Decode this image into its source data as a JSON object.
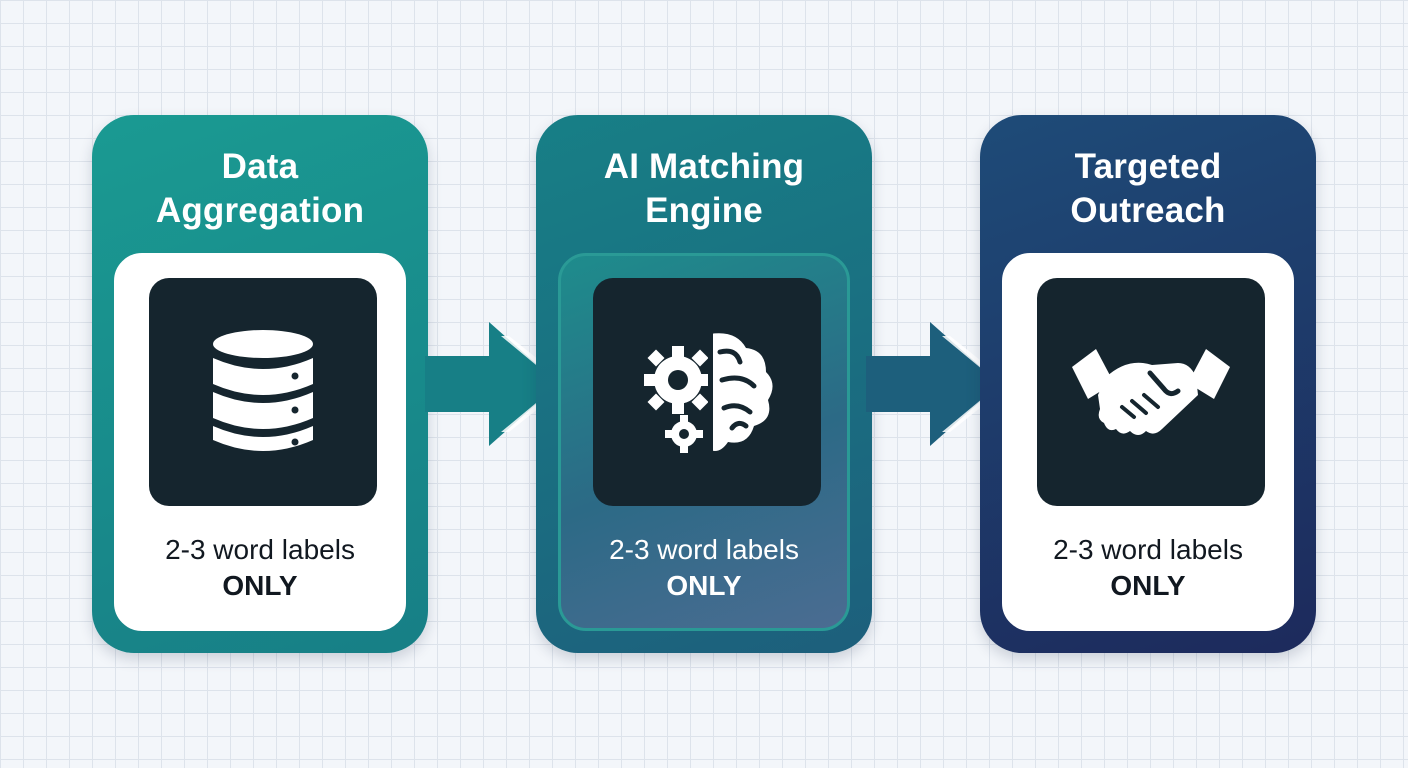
{
  "stages": [
    {
      "title_line1": "Data",
      "title_line2": "Aggregation",
      "label_line1": "2-3 word labels",
      "label_line2": "ONLY",
      "icon": "database-icon"
    },
    {
      "title_line1": "AI Matching",
      "title_line2": "Engine",
      "label_line1": "2-3 word labels",
      "label_line2": "ONLY",
      "icon": "gear-brain-icon"
    },
    {
      "title_line1": "Targeted",
      "title_line2": "Outreach",
      "label_line1": "2-3 word labels",
      "label_line2": "ONLY",
      "icon": "handshake-icon"
    }
  ],
  "colors": {
    "stage_1": "#1a9a92",
    "stage_2": "#177f86",
    "stage_3": "#1d2a5c",
    "icon_tile": "#15252e",
    "arrow_1": "#177f86",
    "arrow_2": "#1d5f7c"
  }
}
